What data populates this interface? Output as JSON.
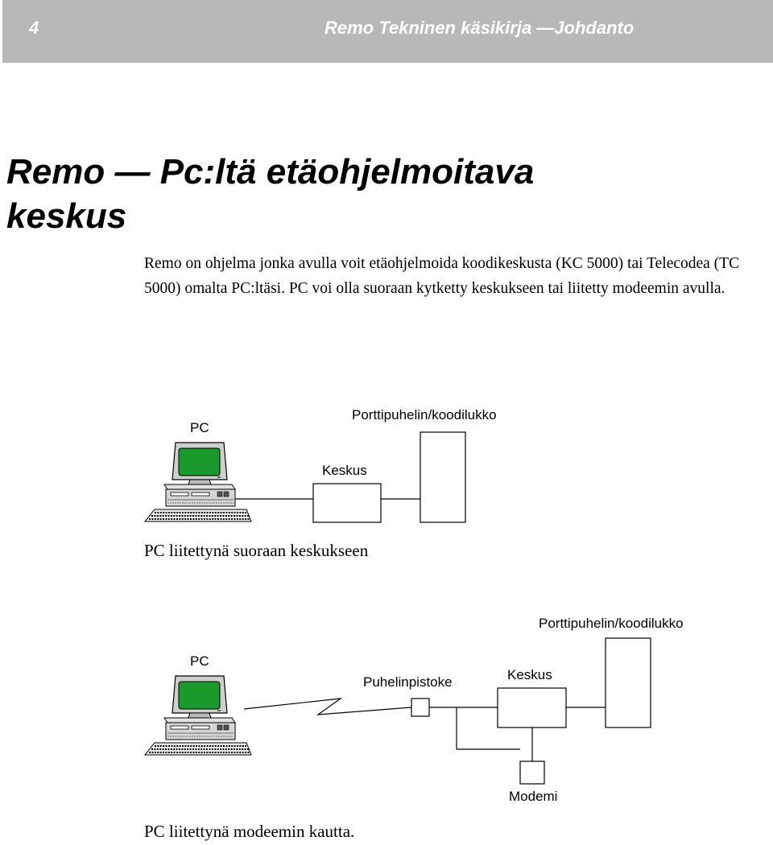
{
  "header": {
    "page_number": "4",
    "running_title": "Remo Tekninen käsikirja —Johdanto"
  },
  "title": {
    "line1": "Remo — Pc:ltä etäohjelmoitava",
    "line2": "keskus"
  },
  "intro": "Remo on ohjelma jonka avulla voit etäohjelmoida koodikeskusta (KC 5000) tai Telecodea (TC 5000) omalta PC:ltäsi. PC voi olla suoraan kytketty keskukseen tai liitetty modeemin avulla.",
  "diagram1": {
    "pc_label": "PC",
    "door_phone_label": "Porttipuhelin/koodilukko",
    "exchange_label": "Keskus",
    "caption": "PC liitettynä suoraan keskukseen"
  },
  "diagram2": {
    "door_phone_label": "Porttipuhelin/koodilukko",
    "pc_label": "PC",
    "phone_socket_label": "Puhelinpistoke",
    "exchange_label": "Keskus",
    "modem_label": "Modemi",
    "caption": "PC liitettynä modeemin kautta."
  },
  "colors": {
    "header_bg": "#b8b8b8",
    "screen_green": "#1a9a2a"
  },
  "icons": [
    "pc-computer-icon"
  ]
}
